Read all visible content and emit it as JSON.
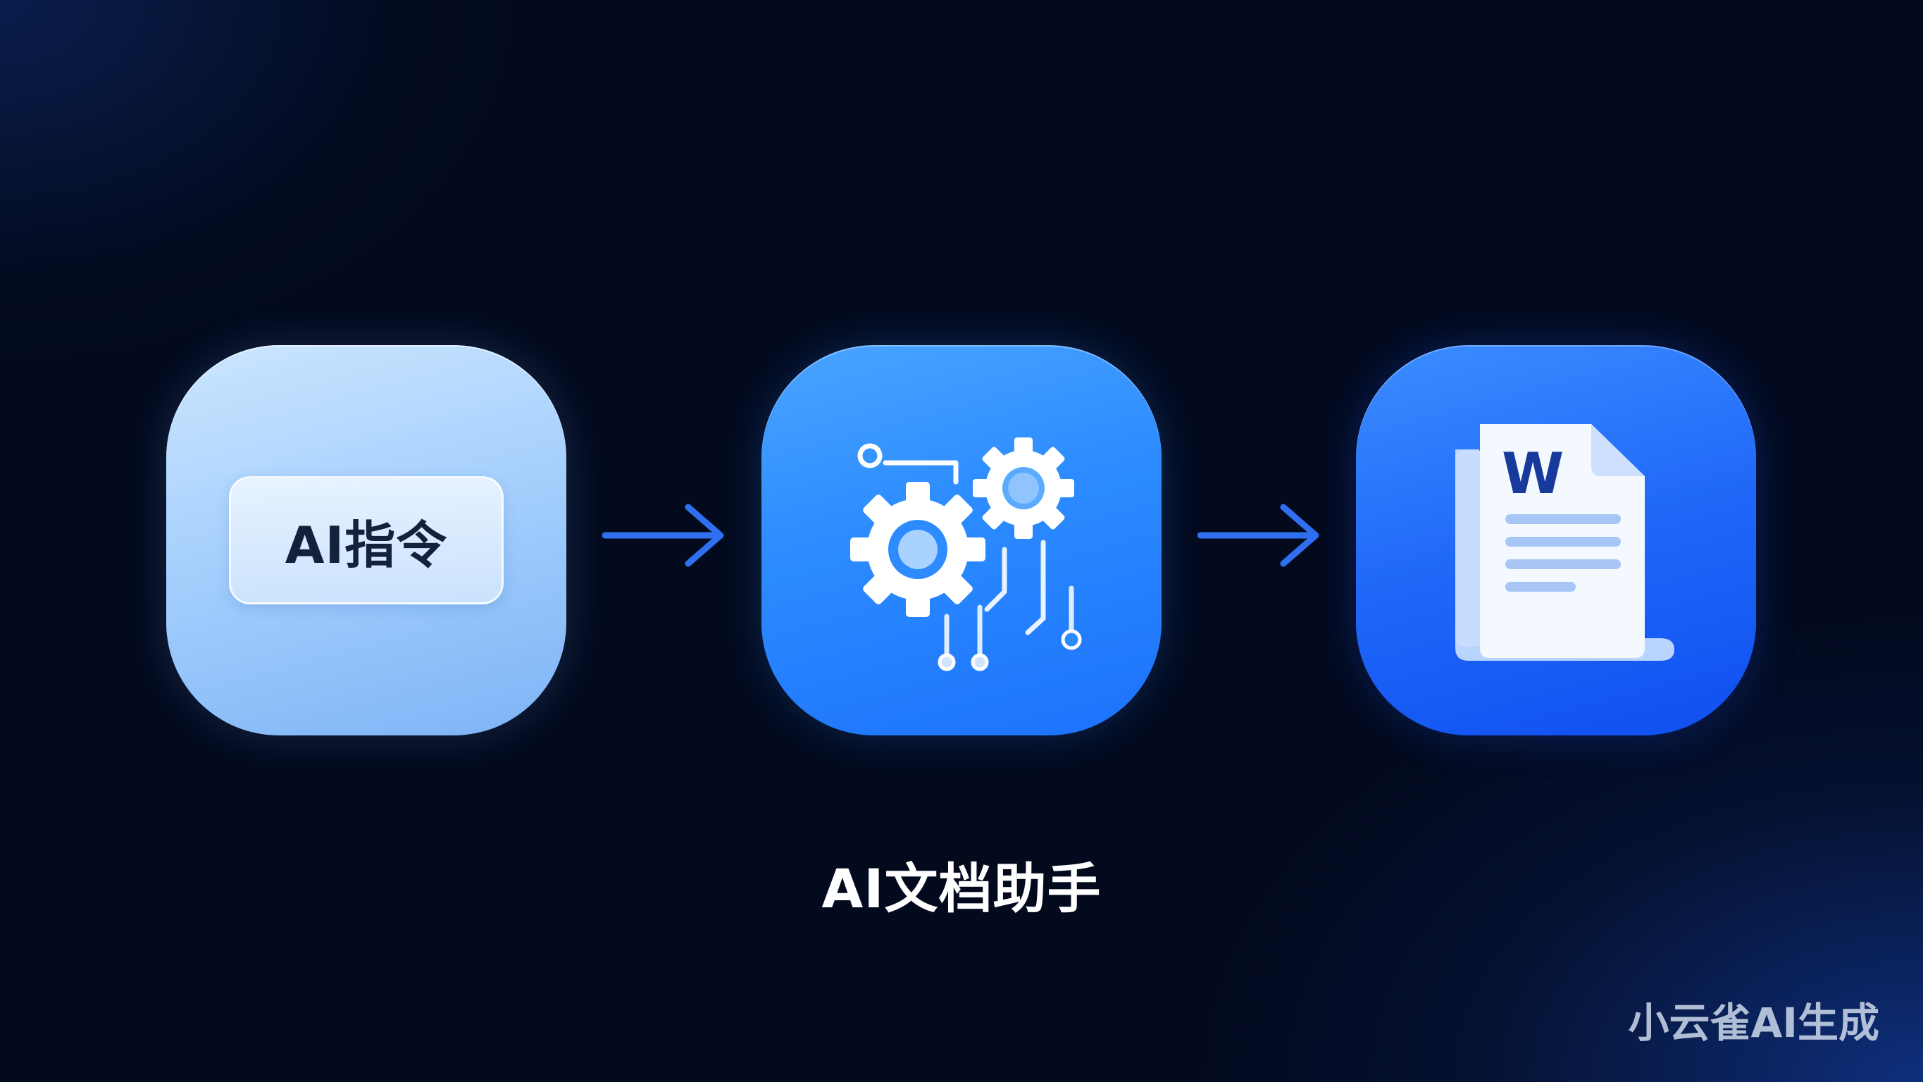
{
  "flow": {
    "steps": [
      {
        "label": "AI指令",
        "icon": "instruction-box-icon"
      },
      {
        "icon": "gears-circuit-icon"
      },
      {
        "icon": "word-document-icon",
        "doc_letter": "W"
      }
    ],
    "connectors": [
      "arrow-right-icon",
      "arrow-right-icon"
    ]
  },
  "caption": "AI文档助手",
  "watermark": "小云雀AI生成",
  "colors": {
    "background": "#030a1e",
    "tile_light_blue": "#a6d0fd",
    "tile_blue": "#2b8bff",
    "tile_deep_blue": "#1f68f8",
    "arrow": "#2f6ff0",
    "text_dark": "#14213d",
    "text_light": "#ffffff"
  }
}
